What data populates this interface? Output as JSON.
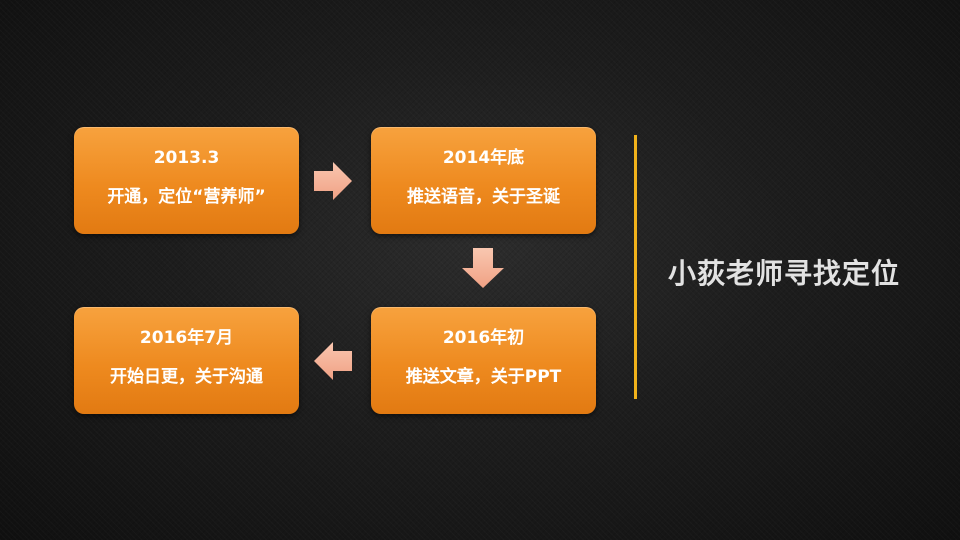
{
  "colors": {
    "box_orange": "#ee8a1f",
    "arrow_peach": "#f6b59c",
    "divider_gold": "#f1b21b",
    "title_text": "#e2e2e2"
  },
  "steps": [
    {
      "date": "2013.3",
      "desc": "开通，定位“营养师”"
    },
    {
      "date": "2014年底",
      "desc": "推送语音，关于圣诞"
    },
    {
      "date": "2016年初",
      "desc": "推送文章，关于PPT"
    },
    {
      "date": "2016年7月",
      "desc": "开始日更，关于沟通"
    }
  ],
  "arrows": [
    {
      "icon": "arrow-right-icon"
    },
    {
      "icon": "arrow-down-icon"
    },
    {
      "icon": "arrow-left-icon"
    }
  ],
  "side_title": "小荻老师寻找定位"
}
